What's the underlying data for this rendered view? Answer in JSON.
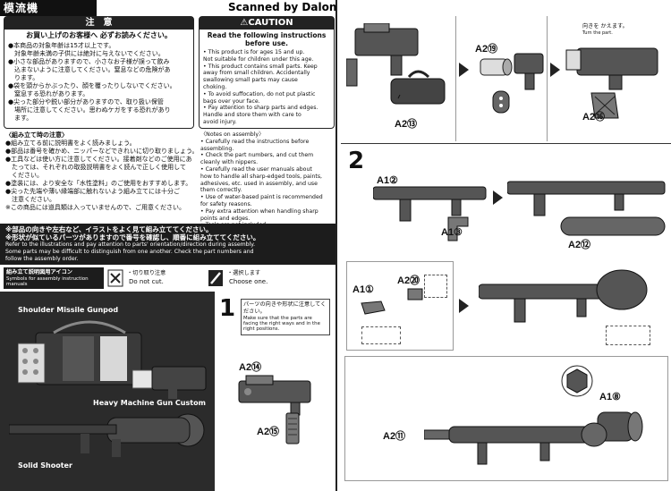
{
  "watermark": "Scanned by Dalong.net",
  "logo_text": "模流機",
  "caution_jp": {
    "title": "注　意",
    "subtitle": "お買い上げのお客様へ 必ずお読みください。",
    "lines": [
      "●本商品の対象年齢は15才以上です。",
      "　対象年齢未満の子供には絶対に与えないでください。",
      "●小さな部品がありますので、小さなお子様が誤って飲み",
      "　込まないように注意してください。窒息などの危険があ",
      "　ります。",
      "●袋を頭からかぶったり、顔を覆ったりしないでください。",
      "　窒息する恐れがあります。",
      "●尖った部分や鋭い部分がありますので、取り扱い保管",
      "　場所に注意してください。思わぬケガをする恐れがあり",
      "　ます。"
    ]
  },
  "caution_en": {
    "title": "⚠CAUTION",
    "subtitle": "Read the following instructions before use.",
    "lines": [
      "• This product is for ages 15 and up.",
      "  Not suitable for children under this age.",
      "• This product contains small parts. Keep",
      "  away from small children. Accidentally",
      "  swallowing small parts may cause",
      "  choking.",
      "• To avoid suffocation, do not put plastic",
      "  bags over your face.",
      "• Pay attention to sharp parts and edges.",
      "  Handle and store them with care to",
      "  avoid injury."
    ]
  },
  "assembly_jp": {
    "title": "〈組み立て時の注意〉",
    "lines": [
      "●組み立てる前に説明書をよく読みましょう。",
      "●部品は番号を確かめ、ニッパーなどできれいに切り取りましょう。",
      "●工具などは使い方に注意してください。接着剤などのご使用にあ",
      "　たっては、それぞれの取扱説明書をよく読んで正しく使用して",
      "　ください。",
      "●塗装には、より安全な「水性塗料」のご使用をおすすめします。",
      "●尖った先端や薄い縁端部に触れないよう組み立てには十分ご",
      "　注意ください。",
      "※この商品には道具類は入っていませんので、ご用意ください。"
    ]
  },
  "assembly_en": {
    "title": "〈Notes on assembly〉",
    "lines": [
      "• Carefully read the instructions before",
      "  assembling.",
      "• Check the part numbers, and cut them",
      "  cleanly with nippers.",
      "• Carefully read the user manuals about",
      "  how to handle all sharp-edged tools, paints,",
      "  adhesives, etc. used in assembly, and use",
      "  them correctly.",
      "• Use of water-based paint is recommended",
      "  for safety reasons.",
      "• Pay extra attention when handling sharp",
      "  points and edges.",
      "• Tools are not included."
    ]
  },
  "band": {
    "jp1": "※部品の向きや左右など、イラストをよく見て組み立ててください。",
    "jp2": "※形状が似ているパーツがありますので番号を確認し、順番に組み立ててください。",
    "en1": "Refer to the illustrations and pay attention to parts' orientation/direction during assembly.",
    "en2": "Some parts may be difficult to distinguish from one another. Check the part numbers and",
    "en3": "follow the assembly order."
  },
  "icons_legend": {
    "title_jp": "組み立て説明図用アイコン",
    "title_en": "Symbols for assembly instruction manuals",
    "nocut_jp": "・切り取り注意",
    "nocut_en": "Do not cut.",
    "choose_jp": "・選択します",
    "choose_en": "Choose one."
  },
  "products": {
    "missile": "Shoulder Missile Gunpod",
    "heavy": "Heavy Machine Gun Custom",
    "solid": "Solid Shooter"
  },
  "step1": {
    "number": "1",
    "note_jp": "パーツの向きや形状に注意してください。",
    "note_en": "Make sure that the parts are facing the right ways and in the right positions.",
    "part_a": "A2⑭",
    "part_b": "A2⑮"
  },
  "right_top": {
    "part_a13": "A2⑬",
    "part_a19": "A2⑲",
    "part_a16": "A2⑯",
    "note_jp": "向きを かえます。",
    "note_en": "Turn the part."
  },
  "step2": {
    "number": "2",
    "part_a2": "A1②",
    "part_a3": "A1③",
    "part_a12": "A2⑫",
    "part_a1": "A1①",
    "part_a20": "A2⑳",
    "part_a8": "A1⑧",
    "part_a11": "A2⑪"
  }
}
